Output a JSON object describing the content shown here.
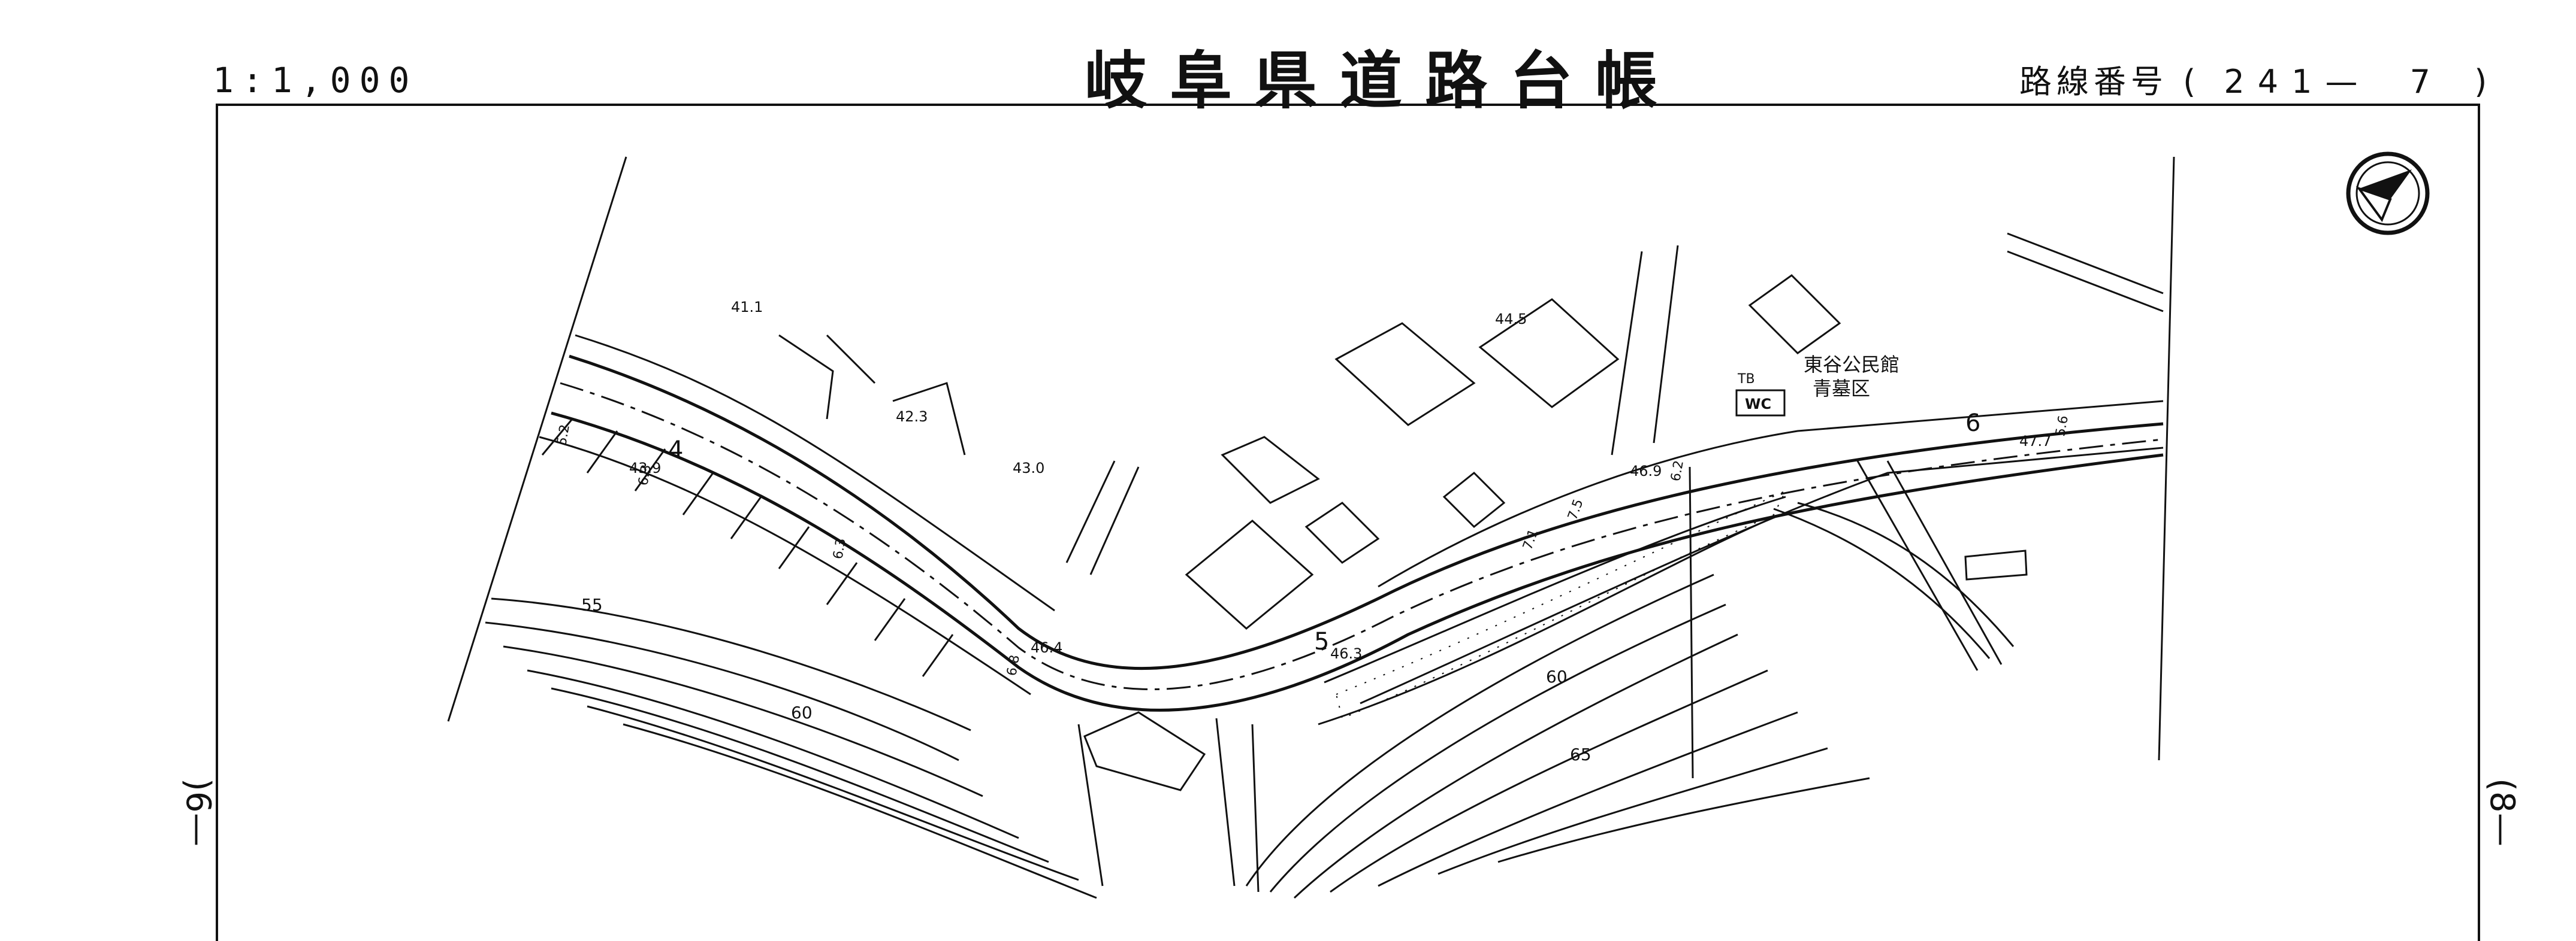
{
  "header": {
    "scale": "1:1,000",
    "title": "岐阜県道路台帳",
    "route_label": "路線番号",
    "route_open": "(",
    "route_number": "241—",
    "route_sheet": "7",
    "route_close": ")"
  },
  "sheet_marks": {
    "left": {
      "open": ")",
      "number": "6",
      "dash": "—"
    },
    "right": {
      "open": "(",
      "number": "8",
      "dash": "—"
    }
  },
  "map": {
    "elevations": [
      "41.1",
      "42.3",
      "43.0",
      "44.5",
      "43.9",
      "46.4",
      "46.3",
      "46.9",
      "47.7"
    ],
    "contours": [
      "55",
      "60",
      "60",
      "65"
    ],
    "station_numbers": [
      "4",
      "5",
      "6"
    ],
    "road_widths": [
      "5.2",
      "6.3",
      "6.3",
      "7.1",
      "7.5",
      "6.2",
      "5.6",
      "6.8"
    ],
    "facility_labels": {
      "community_hall": "東谷公民館",
      "district": "青墓区",
      "toilet": "WC",
      "tb": "TB"
    },
    "north_arrow": "north-arrow-icon"
  }
}
